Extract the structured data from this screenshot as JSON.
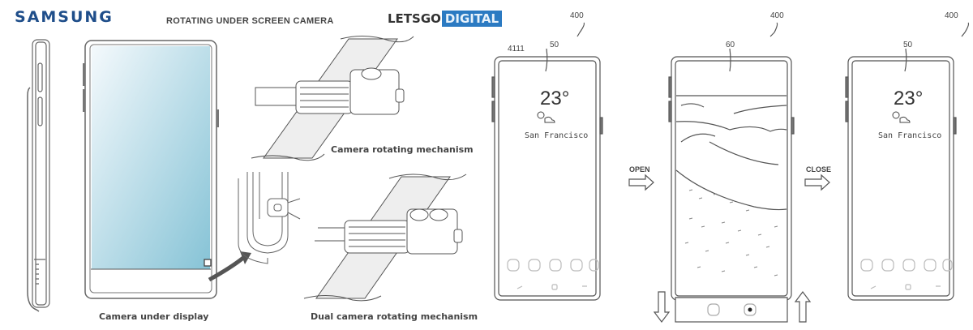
{
  "header": {
    "brand": "SAMSUNG",
    "title": "ROTATING UNDER SCREEN CAMERA",
    "source_logo_left": "LETSGO",
    "source_logo_right": "DIGITAL"
  },
  "left_panel": {
    "captions": {
      "camera_under_display": "Camera under display",
      "camera_rotating_mechanism": "Camera rotating mechanism",
      "dual_camera_rotating_mechanism": "Dual camera rotating mechanism"
    }
  },
  "right_panel": {
    "phones": [
      {
        "ref_device": "400",
        "ref_screen": "50",
        "ref_corner": "4111",
        "temperature": "23°",
        "city": "San Francisco"
      },
      {
        "ref_device": "400",
        "ref_screen": "60"
      },
      {
        "ref_device": "400",
        "ref_screen": "50",
        "temperature": "23°",
        "city": "San Francisco"
      }
    ],
    "arrows": {
      "open": "OPEN",
      "close": "CLOSE"
    }
  },
  "colors": {
    "samsung_blue": "#1f4e8a",
    "digital_blue": "#2b7ac2",
    "screen_gradient_top": "#f2f8fb",
    "screen_gradient_bottom": "#8cc6d8",
    "line": "#555555"
  }
}
